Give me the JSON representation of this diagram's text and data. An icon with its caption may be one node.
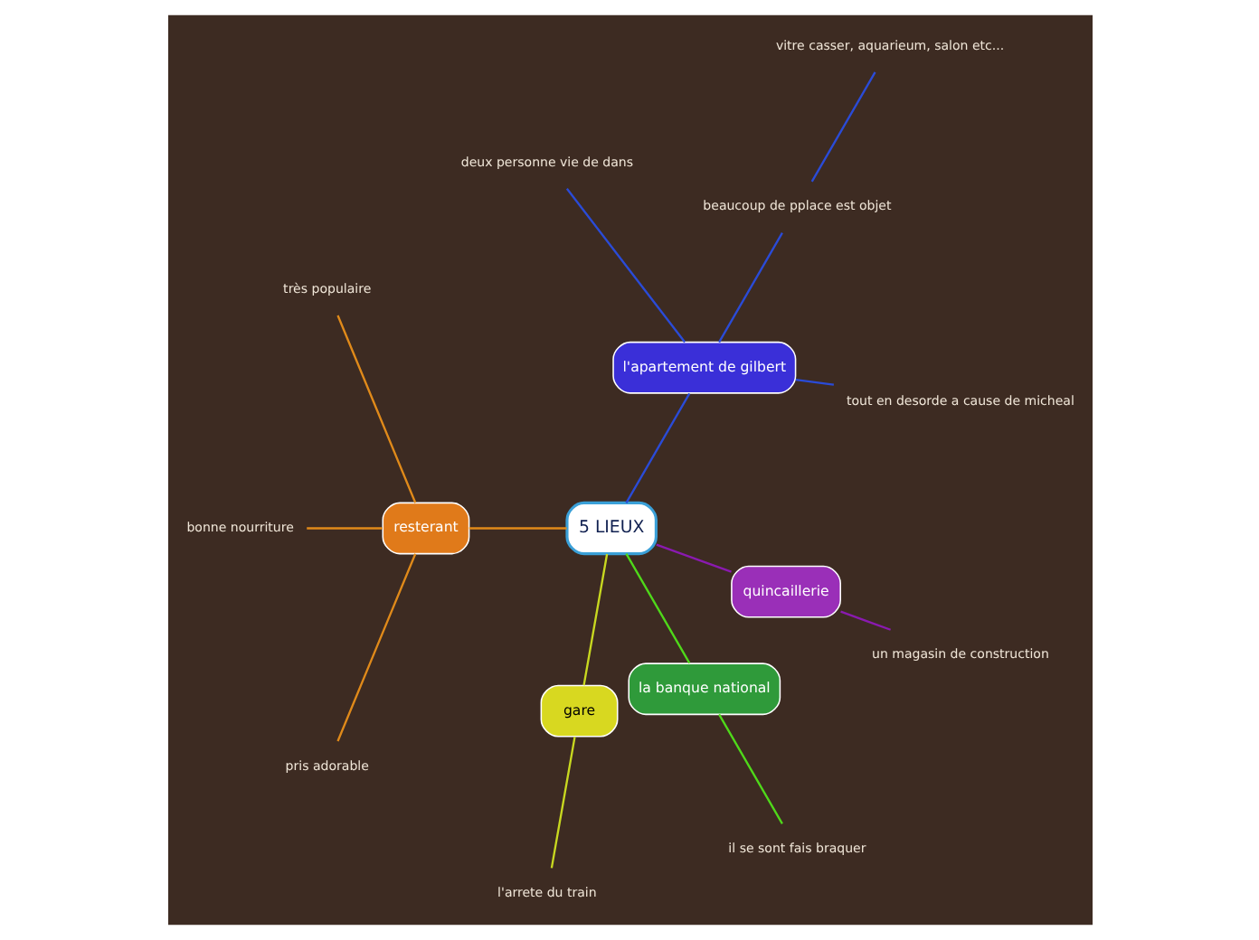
{
  "diagram": {
    "nodes": [
      {
        "text": [
          "5 LIEUX"
        ]
      },
      {
        "text": [
          "l'apartement de gilbert"
        ]
      },
      {
        "text": [
          "tout en desorde a cause de micheal"
        ]
      },
      {
        "text": [
          "beaucoup de pplace est objet"
        ]
      },
      {
        "text": [
          "deux personne vie de dans"
        ]
      },
      {
        "text": [
          "vitre casser, aquarieum, salon etc..."
        ]
      },
      {
        "text": [
          "resterant"
        ]
      },
      {
        "text": [
          "très populaire"
        ]
      },
      {
        "text": [
          "bonne nourriture"
        ]
      },
      {
        "text": [
          "pris adorable"
        ]
      },
      {
        "text": [
          "gare"
        ]
      },
      {
        "text": [
          "l'arrete du train"
        ]
      },
      {
        "text": [
          "la banque national"
        ]
      },
      {
        "text": [
          "il se sont fais braquer"
        ]
      },
      {
        "text": [
          "quincaillerie"
        ]
      },
      {
        "text": [
          "un magasin de construction"
        ]
      }
    ],
    "edges": [
      {
        "from": 0,
        "to": 1,
        "arrow": "none",
        "color": "#2a4bd7"
      },
      {
        "from": 1,
        "to": 2,
        "arrow": "none",
        "color": "#2a4bd7"
      },
      {
        "from": 1,
        "to": 3,
        "arrow": "none",
        "color": "#2a4bd7"
      },
      {
        "from": 1,
        "to": 4,
        "arrow": "none",
        "color": "#2a4bd7"
      },
      {
        "from": 3,
        "to": 5,
        "arrow": "none",
        "color": "#2a4bd7"
      },
      {
        "from": 0,
        "to": 6,
        "arrow": "none",
        "color": "#e08a1a"
      },
      {
        "from": 6,
        "to": 7,
        "arrow": "none",
        "color": "#e08a1a"
      },
      {
        "from": 6,
        "to": 8,
        "arrow": "none",
        "color": "#e08a1a"
      },
      {
        "from": 6,
        "to": 9,
        "arrow": "none",
        "color": "#e08a1a"
      },
      {
        "from": 0,
        "to": 10,
        "arrow": "none",
        "color": "#c8d820"
      },
      {
        "from": 10,
        "to": 11,
        "arrow": "none",
        "color": "#c8d820"
      },
      {
        "from": 0,
        "to": 12,
        "arrow": "none",
        "color": "#4fd81a"
      },
      {
        "from": 12,
        "to": 13,
        "arrow": "none",
        "color": "#4fd81a"
      },
      {
        "from": 0,
        "to": 14,
        "arrow": "none",
        "color": "#8a1ab0"
      },
      {
        "from": 14,
        "to": 15,
        "arrow": "none",
        "color": "#8a1ab0"
      }
    ]
  }
}
